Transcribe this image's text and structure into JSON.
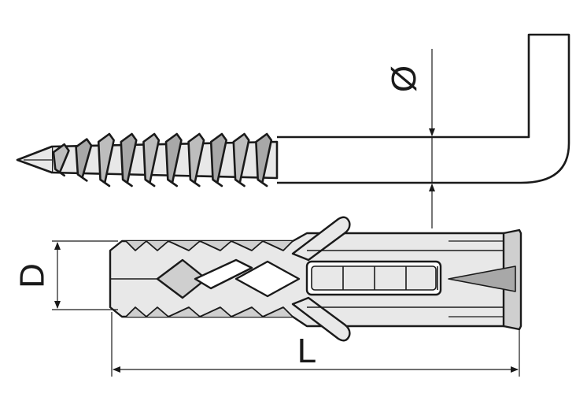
{
  "diagram": {
    "labels": {
      "diameter": "Ø",
      "plug_diameter": "D",
      "length": "L"
    },
    "colors": {
      "line": "#1a1a1a",
      "fill_light": "#e8e8e8",
      "fill_mid": "#cfcfcf",
      "fill_dark": "#a8a8a8",
      "background": "#ffffff"
    },
    "screw_thread_count": 10,
    "anchor_slot_count": 4
  }
}
